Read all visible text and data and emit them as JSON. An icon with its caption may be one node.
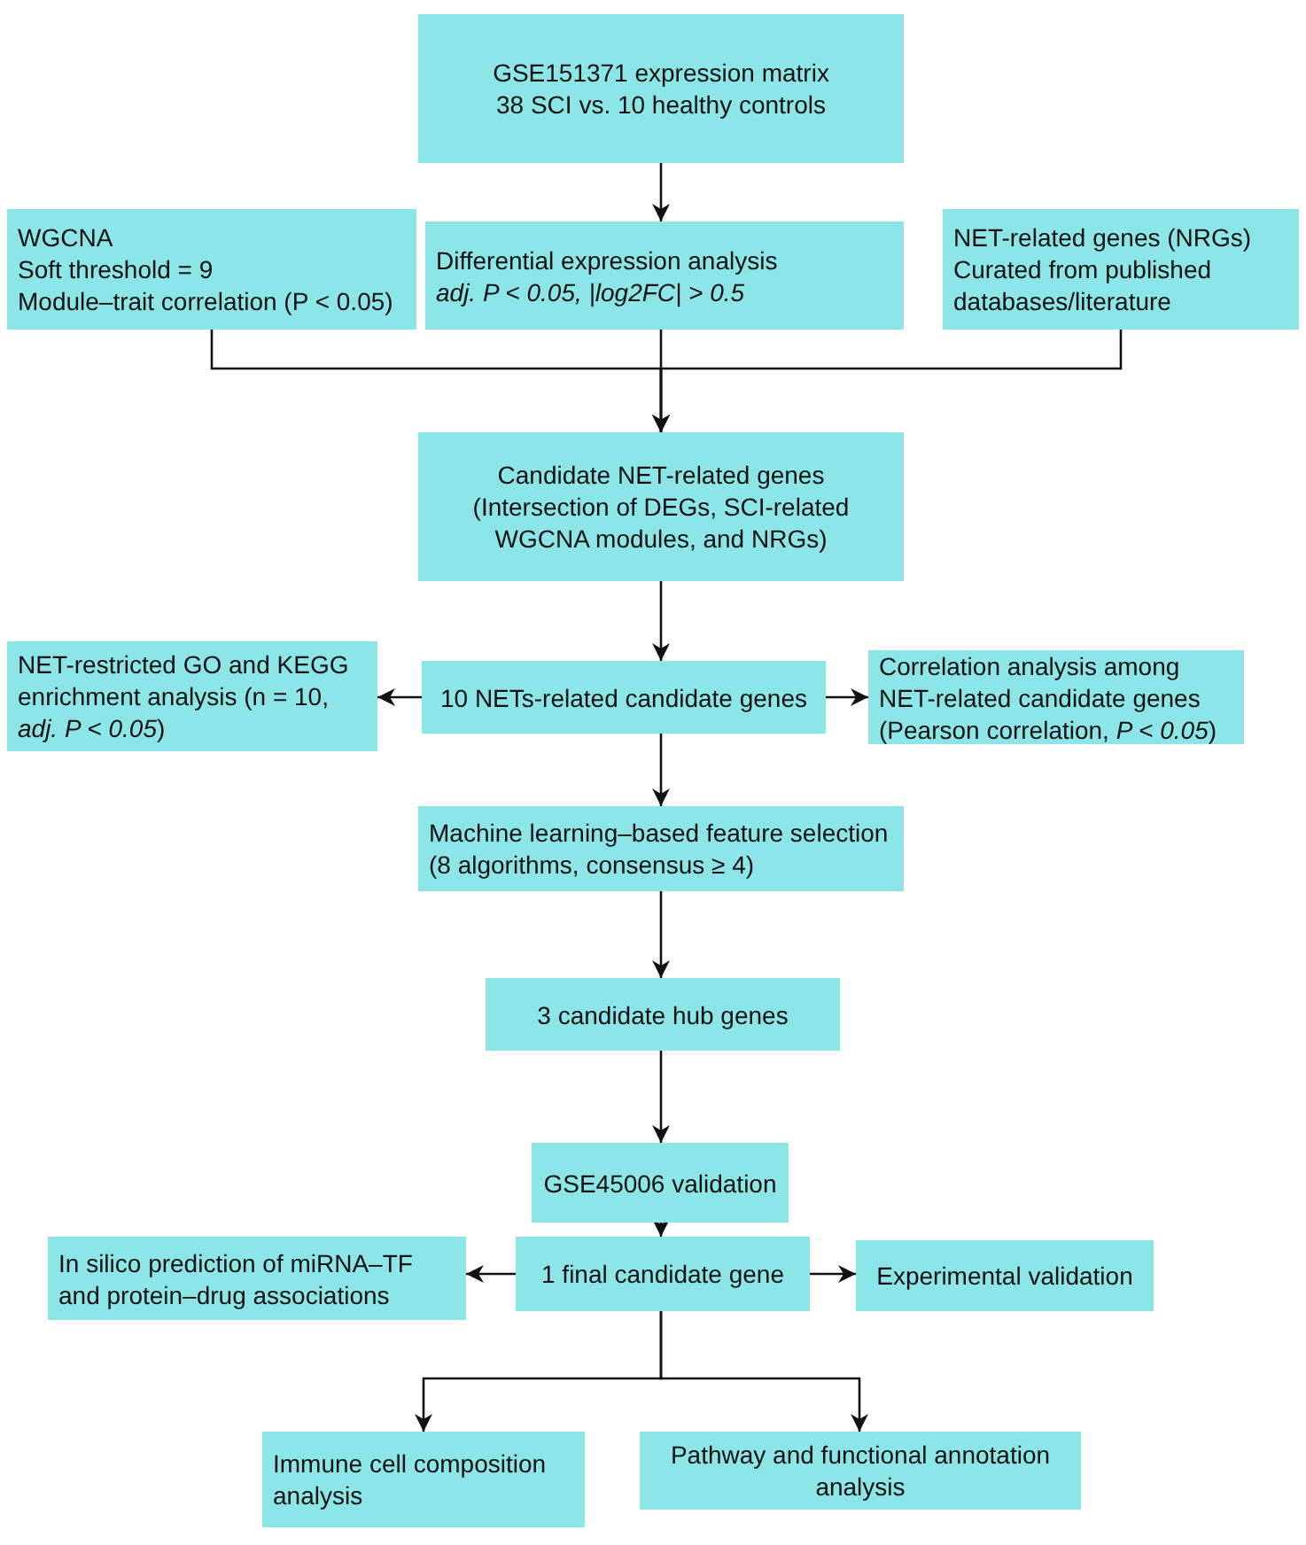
{
  "diagram": {
    "nodes": [
      {
        "text": [
          "GSE151371 expression matrix",
          "38 SCI vs. 10 healthy controls"
        ]
      },
      {
        "text": [
          "WGCNA",
          "Soft threshold = 9",
          "Module–trait correlation (P < 0.05)"
        ]
      },
      {
        "text": [
          "Differential expression analysis",
          "*adj. P < 0.05, |log2FC| > 0.5*"
        ]
      },
      {
        "text": [
          "NET-related genes (NRGs)",
          "Curated from published databases/literature"
        ]
      },
      {
        "text": [
          "Candidate NET-related genes",
          "(Intersection of DEGs, SCI-related WGCNA modules, and NRGs)"
        ]
      },
      {
        "text": [
          "10 NETs-related candidate genes"
        ]
      },
      {
        "text": [
          "NET-restricted GO and KEGG enrichment analysis (n = 10, *adj. P < 0.05*)"
        ]
      },
      {
        "text": [
          "Correlation analysis among NET-related candidate genes (Pearson correlation, *P < 0.05*)"
        ]
      },
      {
        "text": [
          "Machine learning–based feature selection (8 algorithms, consensus ≥ 4)"
        ]
      },
      {
        "text": [
          "3 candidate hub genes"
        ]
      },
      {
        "text": [
          "GSE45006 validation"
        ]
      },
      {
        "text": [
          "1 final candidate gene"
        ]
      },
      {
        "text": [
          "In silico prediction of miRNA–TF and protein–drug associations"
        ]
      },
      {
        "text": [
          "Experimental validation"
        ]
      },
      {
        "text": [
          "Immune cell composition analysis"
        ]
      },
      {
        "text": [
          "Pathway and functional annotation analysis"
        ]
      }
    ],
    "edges": [
      {
        "from": 0,
        "to": 2,
        "arrow": "to"
      },
      {
        "from": 1,
        "to": 4,
        "arrow": "to"
      },
      {
        "from": 2,
        "to": 4,
        "arrow": "to"
      },
      {
        "from": 3,
        "to": 4,
        "arrow": "to"
      },
      {
        "from": 4,
        "to": 5,
        "arrow": "to"
      },
      {
        "from": 5,
        "to": 6,
        "arrow": "to"
      },
      {
        "from": 5,
        "to": 7,
        "arrow": "to"
      },
      {
        "from": 5,
        "to": 8,
        "arrow": "to"
      },
      {
        "from": 8,
        "to": 9,
        "arrow": "to"
      },
      {
        "from": 9,
        "to": 10,
        "arrow": "to"
      },
      {
        "from": 10,
        "to": 11,
        "arrow": "to"
      },
      {
        "from": 11,
        "to": 12,
        "arrow": "to"
      },
      {
        "from": 11,
        "to": 13,
        "arrow": "to"
      },
      {
        "from": 11,
        "to": 14,
        "arrow": "to"
      },
      {
        "from": 11,
        "to": 15,
        "arrow": "to"
      }
    ]
  }
}
